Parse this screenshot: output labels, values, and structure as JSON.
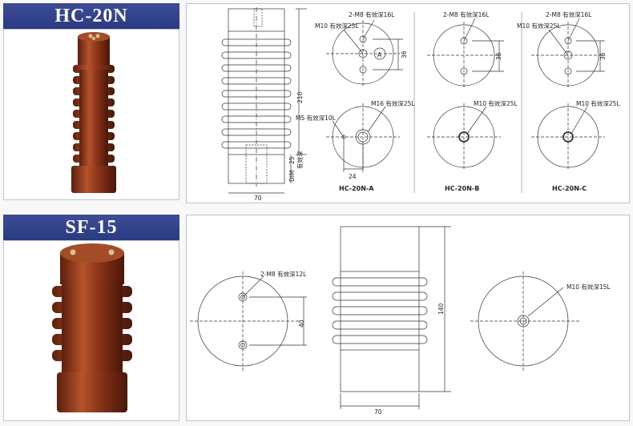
{
  "products": [
    {
      "title": "HC-20N",
      "dimensions": {
        "height": "210",
        "width": "70",
        "bottom_thread": "25",
        "bottom_label": "DIM",
        "bottom_note": "有效深"
      },
      "labels": {
        "a_top_holes": "2-M8 有效深16L",
        "a_center_hole": "M10 有效深25L",
        "a_center_mark": "A",
        "a_spacing": "36",
        "a_bottom_big": "M16 有效深25L",
        "a_bottom_small": "M5 有效深10L",
        "a_offset": "24",
        "b_top_holes": "2-M8 有效深16L",
        "b_spacing": "36",
        "b_bottom": "M10 有效深25L",
        "c_top_holes": "2-M8 有效深16L",
        "c_center_hole": "M10 有效深25L",
        "c_spacing": "36",
        "c_bottom": "M10 有效深25L"
      },
      "variants": [
        "HC-20N-A",
        "HC-20N-B",
        "HC-20N-C"
      ]
    },
    {
      "title": "SF-15",
      "dimensions": {
        "height": "140",
        "width": "70"
      },
      "labels": {
        "top_holes": "2-M8 有效深12L",
        "spacing": "40",
        "bottom": "M10 有效深15L"
      }
    }
  ],
  "colors": {
    "title_bar": "#2f3f8a",
    "insulator_body": "#8b3418",
    "insulator_highlight": "#c0603a"
  }
}
